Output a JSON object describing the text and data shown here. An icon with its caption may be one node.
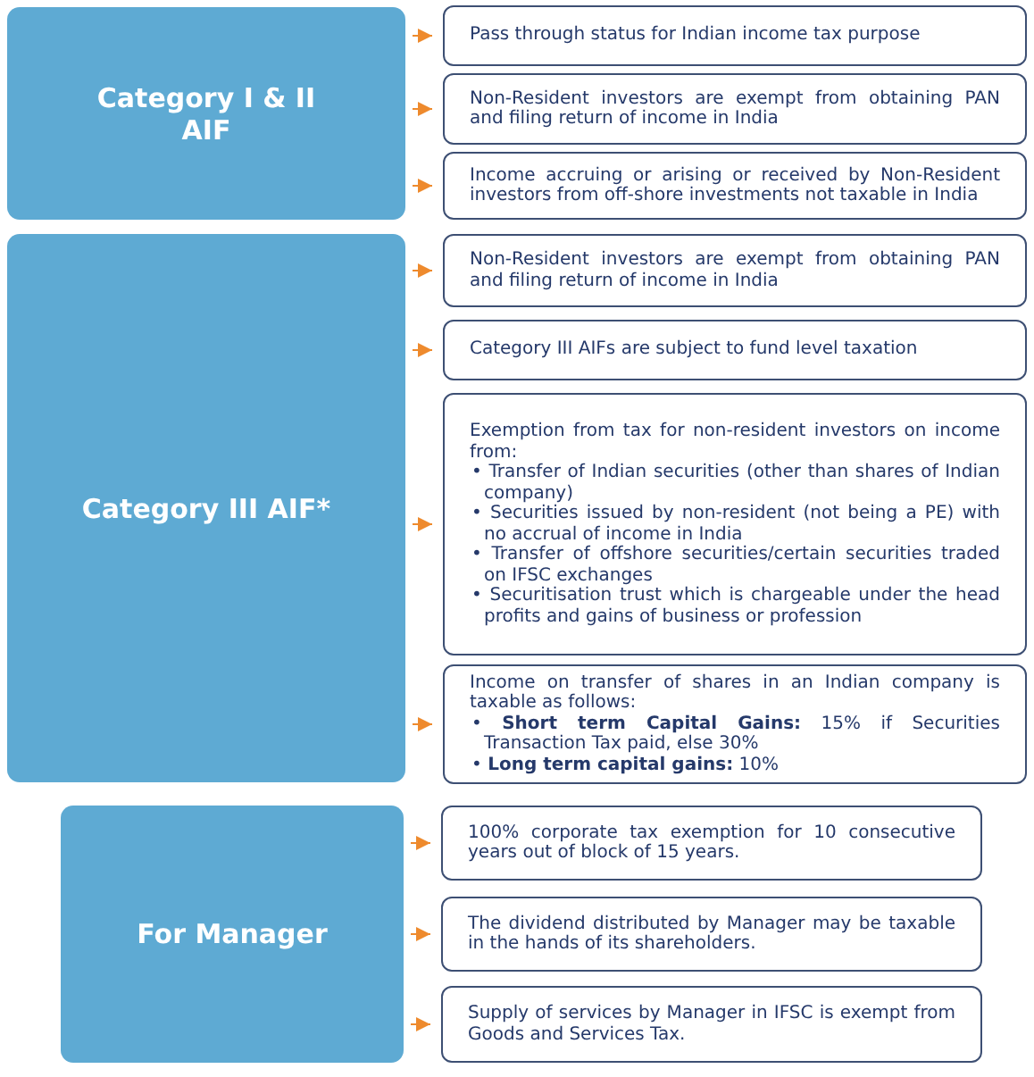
{
  "diagram": {
    "nodes": [
      {
        "text": [
          "Category I & II AIF"
        ]
      },
      {
        "text": [
          "Pass through status for Indian income tax purpose"
        ]
      },
      {
        "text": [
          "Non-Resident investors are exempt from obtaining PAN and filing return of income in India"
        ]
      },
      {
        "text": [
          "Income accruing or arising or received by Non-Resident investors from off-shore investments not taxable in India"
        ]
      },
      {
        "text": [
          "Category III AIF*"
        ]
      },
      {
        "text": [
          "Non-Resident investors are exempt from obtaining PAN and filing return of income in India"
        ]
      },
      {
        "text": [
          "Category III AIFs are subject to fund level taxation"
        ]
      },
      {
        "text": [
          "Exemption from tax for non-resident investors on income from:",
          "• Transfer of Indian securities (other than shares of Indian company)",
          "• Securities issued by non-resident (not being a PE) with no accrual of income in India",
          "• Transfer of offshore securities/certain securities traded on IFSC exchanges",
          "• Securitisation trust which is chargeable under the head profits and gains of business or profession"
        ]
      },
      {
        "text": [
          "Income on transfer of shares in an Indian company is taxable as follows:",
          "• **Short term Capital Gains:** 15% if Securities Transaction Tax paid, else 30%",
          "• **Long term capital gains:** 10%"
        ]
      },
      {
        "text": [
          "For Manager"
        ]
      },
      {
        "text": [
          "100% corporate tax exemption for 10 consecutive years out of block of 15 years."
        ]
      },
      {
        "text": [
          "The dividend distributed by Manager may be taxable in the hands of its shareholders."
        ]
      },
      {
        "text": [
          "Supply of services by Manager in IFSC is exempt from Goods and Services Tax."
        ]
      }
    ],
    "edges": [
      {
        "from": 0,
        "to": 1,
        "arrow": "to"
      },
      {
        "from": 0,
        "to": 2,
        "arrow": "to"
      },
      {
        "from": 0,
        "to": 3,
        "arrow": "to"
      },
      {
        "from": 4,
        "to": 5,
        "arrow": "to"
      },
      {
        "from": 4,
        "to": 6,
        "arrow": "to"
      },
      {
        "from": 4,
        "to": 7,
        "arrow": "to"
      },
      {
        "from": 4,
        "to": 8,
        "arrow": "to"
      },
      {
        "from": 9,
        "to": 10,
        "arrow": "to"
      },
      {
        "from": 9,
        "to": 11,
        "arrow": "to"
      },
      {
        "from": 9,
        "to": 12,
        "arrow": "to"
      }
    ]
  }
}
